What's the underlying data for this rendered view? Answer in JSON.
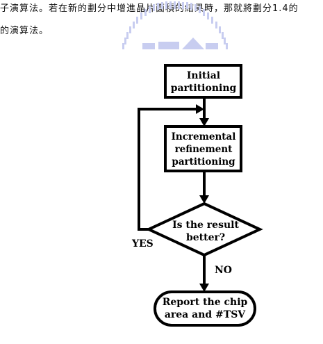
{
  "document": {
    "top_text_line_1": "子演算法。若在新的劃分中增進晶片面積的結果時，那就將劃分1.4的",
    "top_text_line_2": "的演算法。"
  },
  "watermark": {
    "icon": "university-logo-watermark",
    "color": "#c8cdf0"
  },
  "flowchart": {
    "nodes": {
      "initial_partitioning": "Initial\npartitioning",
      "incremental_refinement": "Incremental\nrefinement\npartitioning",
      "decision": "Is the result\nbetter?",
      "report": "Report the chip\narea and #TSV"
    },
    "edges": {
      "yes_label": "YES",
      "no_label": "NO"
    }
  }
}
